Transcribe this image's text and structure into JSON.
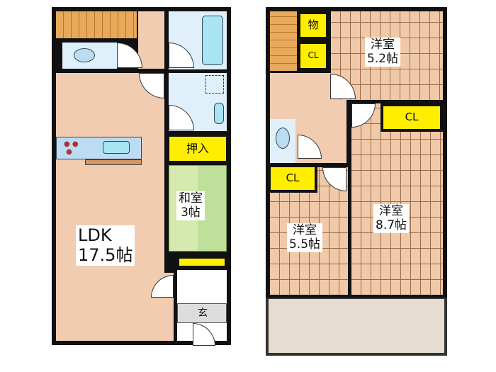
{
  "floor1": {
    "ldk": {
      "name": "LDK",
      "size": "17.5帖"
    },
    "washitsu": {
      "name": "和室",
      "size": "3帖"
    },
    "oshiire": "押入",
    "genkan": "玄"
  },
  "floor2": {
    "mono": "物",
    "cl_small": "CL",
    "cl_8": "CL",
    "cl_55": "CL",
    "room_a": {
      "name": "洋室",
      "size": "5.2帖"
    },
    "room_b": {
      "name": "洋室",
      "size": "8.7帖"
    },
    "room_c": {
      "name": "洋室",
      "size": "5.5帖"
    }
  }
}
